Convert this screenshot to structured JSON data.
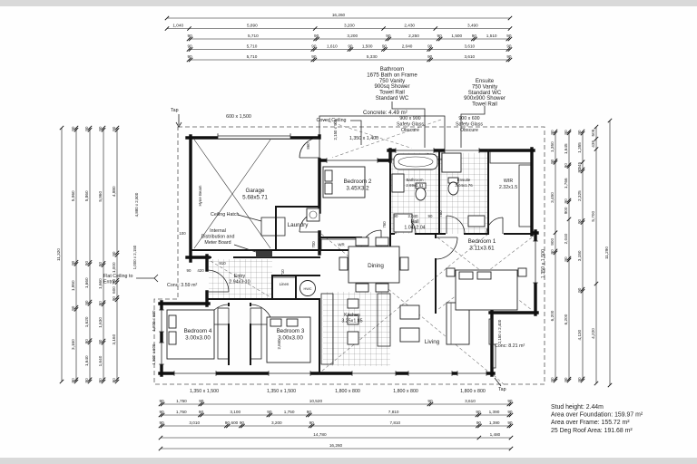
{
  "rooms": {
    "garage": {
      "name": "Garage",
      "size": "5.68x5.71"
    },
    "bedroom2": {
      "name": "Bedroom 2",
      "size": "3.45X3.2"
    },
    "bathroom": {
      "name": "Bathroom",
      "size": "2.69x1.61"
    },
    "ensuite": {
      "name": "Ensuite",
      "size": "2.04x1.76"
    },
    "wir": {
      "name": "WIR",
      "size": "2.32x1.5"
    },
    "bedroom1": {
      "name": "Bedroom 1",
      "size": "3.11x3.61"
    },
    "laundry": {
      "name": "Laundry"
    },
    "hall": {
      "name": "Hall",
      "size": "1.04x2.04"
    },
    "entry": {
      "name": "Entry",
      "size": "2.94x3.10"
    },
    "dining": {
      "name": "Dining"
    },
    "kitchen": {
      "name": "Kitchen",
      "size": "3.25x1.85"
    },
    "living": {
      "name": "Living"
    },
    "bedroom4": {
      "name": "Bedroom 4",
      "size": "3.00x3.00"
    },
    "bedroom3": {
      "name": "Bedroom 3",
      "size": "3.00x3.00"
    },
    "linen": {
      "name": "Linen"
    },
    "hwc": {
      "name": "HWC"
    },
    "wr": {
      "name": "WR"
    }
  },
  "notes": {
    "bathroom_spec": [
      "Bathroom",
      "1675 Bath on Frame",
      "750 Vanity",
      "900sq Shower",
      "Towel Rail",
      "Standard WC"
    ],
    "ensuite_spec": [
      "Ensuite",
      "750 Vanity",
      "Standard WC",
      "900x900 Shower",
      "Towel Rail"
    ],
    "safety_glass_900900": [
      "900 x 900",
      "Safety Glass",
      "Obscure"
    ],
    "safety_glass_900600": [
      "900 x 600",
      "Safety Glass",
      "Obscure"
    ],
    "coved_ceiling": "Coved Ceiling",
    "flat_ceiling": [
      "Flat Ceiling to",
      "Entry"
    ],
    "meter_board": [
      "Internal",
      "Distribution and",
      "Meter Board"
    ],
    "ceiling_hatch": "Ceiling Hatch",
    "concrete_porch": "Concrete: 4.49 m²",
    "conc_entry": "Conc: 3.59 m²",
    "conc_rear": "Conc: 8.21 m²",
    "tap_top": "Tap",
    "tap_bottom": "Tap",
    "hyne_beam": "Hyne Beam",
    "stud_notes": [
      "Stud height: 2.44m",
      "Area over Foundation: 159.97 m²",
      "Area over Frame: 155.72 m²",
      "25 Deg Roof Area: 191.68 m²"
    ]
  },
  "labels": {
    "w600x1500": "600 x 1,500",
    "w1350x1400": "1,350 x 1,400",
    "w2150x900": "2,150 x 900",
    "w1350x1500_right": "1,350 x 1,500",
    "w2150x2400": "2,150 x 2,400",
    "w1800x600_a": "1,800 x 600",
    "w1800x600_b": "1,800 x 600",
    "w1000x2150": "1,000 x 2,150",
    "w4880x2500": "4,880 x 2,500",
    "bottom_windows": [
      "1,350 x 1,500",
      "1,350 x 1,500",
      "1,800 x 800",
      "1,800 x 800",
      "1,800 x 800"
    ],
    "d860": "860",
    "d910": "910",
    "d760_a": "760",
    "d760_b": "760",
    "d710": "710",
    "d700": "700",
    "d2660": "2,660",
    "d420": "420",
    "d90": "90",
    "d100": "100",
    "hall_dim_left": "90",
    "hall_dim_mid": "2,040",
    "hall_dim_right": "90"
  },
  "dims": {
    "top": [
      [
        "16,260"
      ],
      [
        "1,040",
        "5,890",
        "3,200",
        "2,430",
        "3,490"
      ],
      [
        "90",
        "5,710",
        "90",
        "3,200",
        "90",
        "2,250",
        "90",
        "1,500",
        "90",
        "1,510",
        "90"
      ],
      [
        "90",
        "5,710",
        "90",
        "1,610",
        "90",
        "1,500",
        "90",
        "2,040",
        "90",
        "3,610",
        "90"
      ],
      [
        "90",
        "5,710",
        "90",
        "5,330",
        "90",
        "3,610",
        "90"
      ]
    ],
    "bottom": [
      [
        "90",
        "1,750",
        "90",
        "10,520",
        "90",
        "3,610",
        "90"
      ],
      [
        "90",
        "1,750",
        "90",
        "3,100",
        "90",
        "1,750",
        "90",
        "7,810",
        "90",
        "1,390",
        "90"
      ],
      [
        "90",
        "3,010",
        "90",
        "600",
        "90",
        "3,200",
        "90",
        "7,810",
        "90",
        "1,390",
        "90"
      ],
      [
        "14,780",
        "1,480"
      ],
      [
        "16,260"
      ]
    ],
    "left": [
      [
        "11,320"
      ],
      [
        "90",
        "5,960",
        "90",
        "1,950",
        "90",
        "3,160",
        "90"
      ],
      [
        "90",
        "5,860",
        "90",
        "1,660",
        "90",
        "1,620",
        "90",
        "1,640",
        "90"
      ],
      [
        "90",
        "5,960",
        "90",
        "1,660",
        "90",
        "1,630",
        "90",
        "1,640",
        "90"
      ],
      [
        "90",
        "4,880",
        "90",
        "1,000",
        "90",
        "600",
        "90",
        "3,160",
        "90"
      ]
    ],
    "right": [
      [
        "90",
        "1,350",
        "90",
        "3,450",
        "900",
        "90",
        "6,200",
        "90"
      ],
      [
        "90",
        "1,645",
        "90",
        "1,766",
        "90",
        "900",
        "2,040",
        "90",
        "6,200",
        "90"
      ],
      [
        "90",
        "1,355",
        "345",
        "90",
        "2,325",
        "90",
        "3,150",
        "90",
        "4,130",
        "90"
      ],
      [
        "505",
        "435",
        "5,700",
        "4,220"
      ],
      [
        "11,290"
      ]
    ]
  }
}
